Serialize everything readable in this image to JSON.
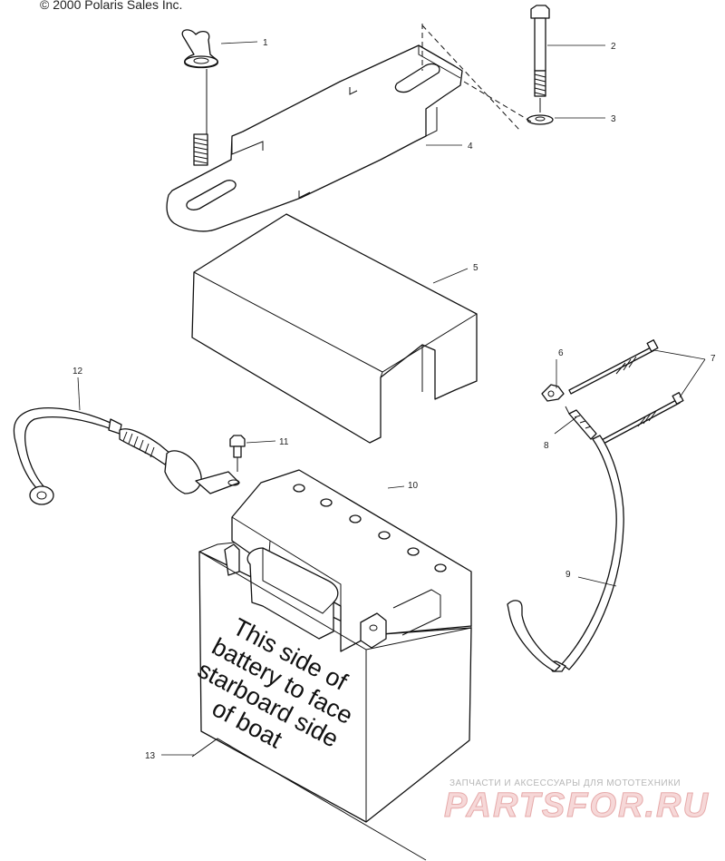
{
  "copyright": "© 2000 Polaris Sales Inc.",
  "callouts": [
    "1",
    "2",
    "3",
    "4",
    "5",
    "6",
    "7",
    "8",
    "9",
    "10",
    "11",
    "12",
    "13"
  ],
  "battery_label": [
    "This side of",
    "battery to face",
    "starboard side",
    "of boat"
  ],
  "watermark": {
    "small": "ЗАПЧАСТИ И АКСЕССУАРЫ ДЛЯ МОТОТЕХНИКИ",
    "logo": "PARTSFOR.RU"
  }
}
